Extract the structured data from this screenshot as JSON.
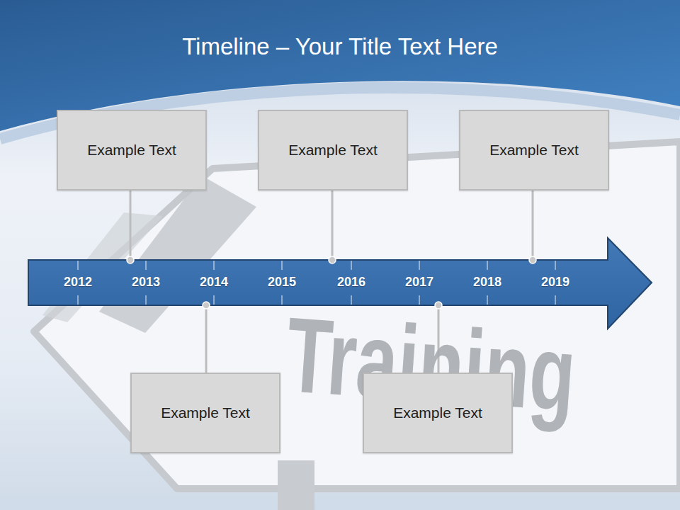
{
  "diagram": {
    "title": "Timeline – Your Title Text Here",
    "nodes": [
      {
        "text": [
          "Example Text"
        ]
      },
      {
        "text": [
          "Example Text"
        ]
      },
      {
        "text": [
          "Example Text"
        ]
      },
      {
        "text": [
          "2012",
          "2013",
          "2014",
          "2015",
          "2016",
          "2017",
          "2018",
          "2019"
        ]
      },
      {
        "text": [
          "Example Text"
        ]
      },
      {
        "text": [
          "Example Text"
        ]
      }
    ],
    "edges": [
      {
        "from": 0,
        "to": 3,
        "arrow": "none"
      },
      {
        "from": 1,
        "to": 3,
        "arrow": "none"
      },
      {
        "from": 2,
        "to": 3,
        "arrow": "none"
      },
      {
        "from": 4,
        "to": 3,
        "arrow": "none"
      },
      {
        "from": 5,
        "to": 3,
        "arrow": "none"
      }
    ],
    "labels": [
      "Training"
    ]
  }
}
